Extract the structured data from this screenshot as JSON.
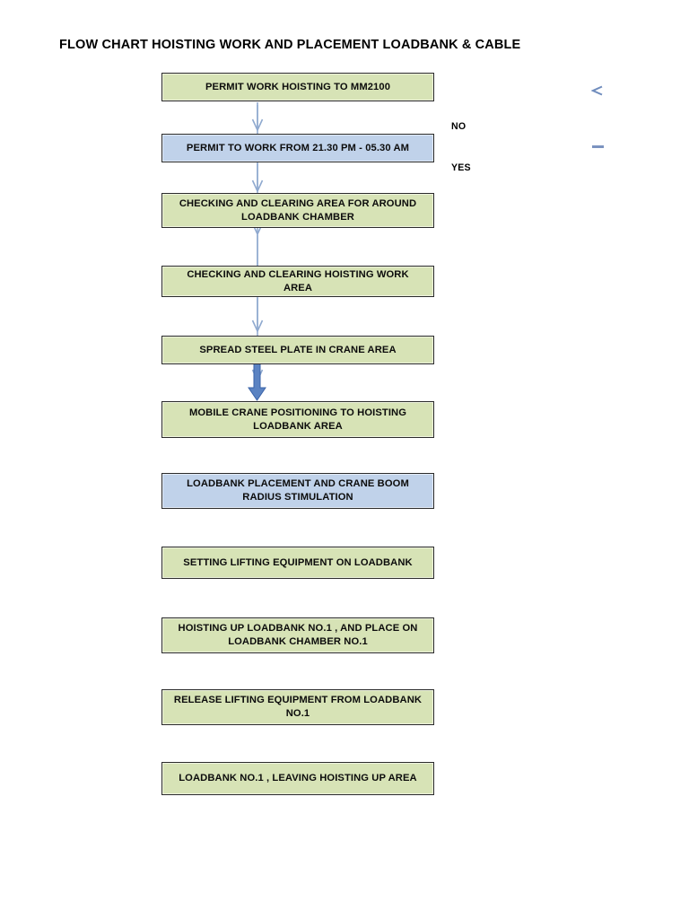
{
  "title": "FLOW CHART HOISTING WORK AND PLACEMENT LOADBANK & CABLE",
  "colors": {
    "green_fill": "#d7e3b6",
    "blue_fill": "#c0d2ea",
    "node_border": "#2b2b2b",
    "arrow_thin": "#8fa9cf",
    "arrow_thick": "#4472b8",
    "text": "#0c0c0c",
    "page_background": "#ffffff"
  },
  "branches": {
    "no_label": "NO",
    "yes_label": "YES"
  },
  "nodes": [
    {
      "id": "permit-work-hoisting",
      "label": "PERMIT WORK HOISTING TO MM2100",
      "fill": "green"
    },
    {
      "id": "permit-to-work-window",
      "label": "PERMIT TO WORK FROM  21.30 PM - 05.30 AM",
      "fill": "blue"
    },
    {
      "id": "checking-clearing-loadbank-chamber",
      "label": "CHECKING AND CLEARING AREA FOR AROUND LOADBANK CHAMBER",
      "fill": "green"
    },
    {
      "id": "checking-clearing-hoisting-work-area",
      "label": "CHECKING AND CLEARING HOISTING WORK AREA",
      "fill": "green"
    },
    {
      "id": "spread-steel-plate",
      "label": "SPREAD STEEL PLATE IN CRANE AREA",
      "fill": "green"
    },
    {
      "id": "mobile-crane-positioning",
      "label": "MOBILE CRANE POSITIONING TO HOISTING LOADBANK AREA",
      "fill": "green"
    },
    {
      "id": "loadbank-placement-boom-radius",
      "label": "LOADBANK PLACEMENT AND CRANE BOOM RADIUS STIMULATION",
      "fill": "blue"
    },
    {
      "id": "setting-lifting-equipment",
      "label": "SETTING LIFTING EQUIPMENT ON LOADBANK",
      "fill": "green"
    },
    {
      "id": "hoisting-up-loadbank-no1",
      "label": "HOISTING UP LOADBANK NO.1 , AND PLACE ON LOADBANK CHAMBER NO.1",
      "fill": "green"
    },
    {
      "id": "release-lifting-equipment",
      "label": "RELEASE LIFTING EQUIPMENT FROM LOADBANK NO.1",
      "fill": "green"
    },
    {
      "id": "loadbank-no1-leaving-area",
      "label": "LOADBANK  NO.1 , LEAVING HOISTING UP AREA",
      "fill": "green"
    }
  ],
  "connectors": [
    {
      "id": "permit-work-to-permit-window",
      "from": "permit-work-hoisting",
      "to": "permit-to-work-window",
      "style": "thin"
    },
    {
      "id": "permit-window-to-checking-chamber",
      "from": "permit-to-work-window",
      "to": "checking-clearing-loadbank-chamber",
      "style": "thin"
    },
    {
      "id": "checking-chamber-to-checking-work-area",
      "from": "checking-clearing-loadbank-chamber",
      "to": "checking-clearing-hoisting-work-area",
      "style": "thin-long"
    },
    {
      "id": "checking-work-area-to-spread-steel-plate",
      "from": "checking-clearing-hoisting-work-area",
      "to": "spread-steel-plate",
      "style": "thin"
    },
    {
      "id": "spread-steel-plate-to-mobile-crane",
      "from": "spread-steel-plate",
      "to": "mobile-crane-positioning",
      "style": "thick"
    }
  ]
}
